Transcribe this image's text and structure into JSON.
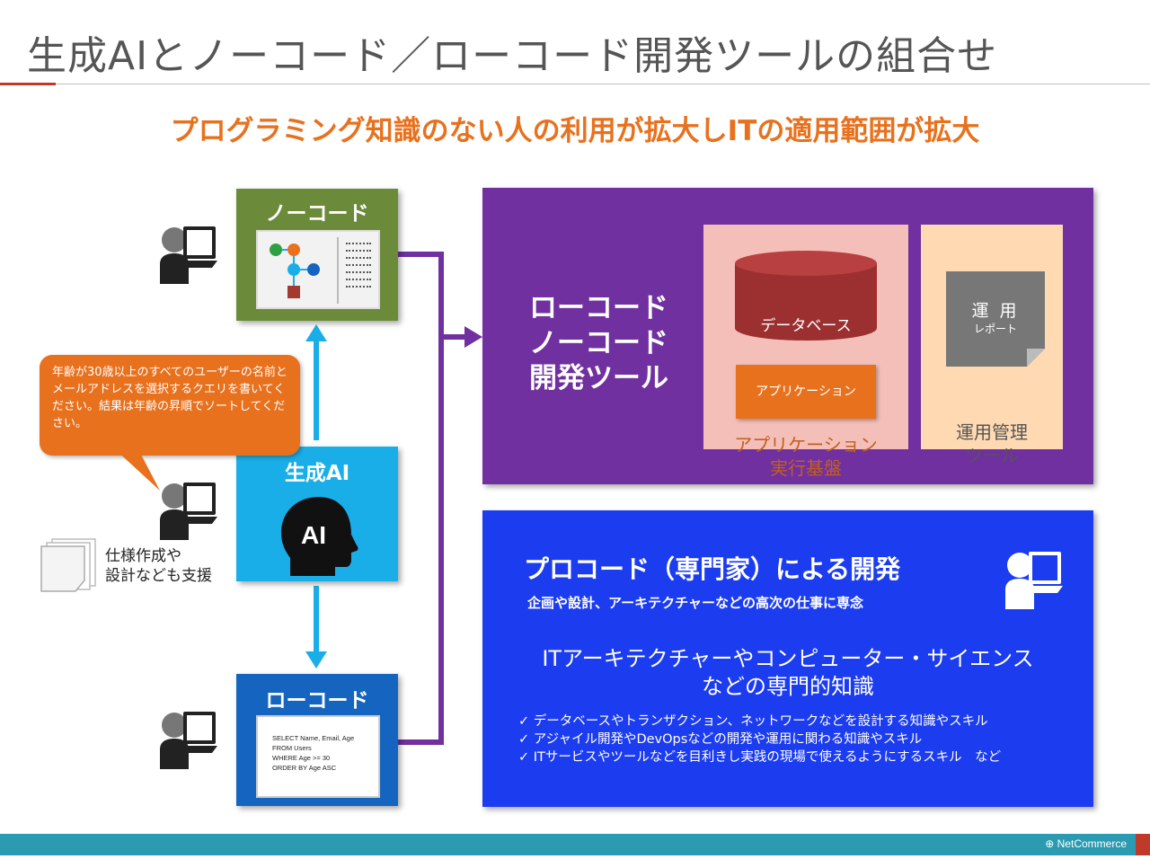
{
  "slide": {
    "title": "生成AIとノーコード／ローコード開発ツールの組合せ",
    "subtitle": "プログラミング知識のない人の利用が拡大しITの適用範囲が拡大"
  },
  "nocode": {
    "title": "ノーコード"
  },
  "genai": {
    "title": "生成AI",
    "badge": "AI"
  },
  "lowcode": {
    "title": "ローコード",
    "sql": [
      "SELECT Name, Email, Age",
      "FROM Users",
      "WHERE Age >= 30",
      "ORDER BY Age ASC"
    ]
  },
  "bubble": {
    "text": "年齢が30歳以上のすべてのユーザーの名前とメールアドレスを選択するクエリを書いてください。結果は年齢の昇順でソートしてください。"
  },
  "support": {
    "line1": "仕様作成や",
    "line2": "設計なども支援"
  },
  "platform": {
    "title_lines": [
      "ローコード",
      "ノーコード",
      "開発ツール"
    ],
    "database": "データベース",
    "application": "アプリケーション",
    "runtime_line1": "アプリケーション",
    "runtime_line2": "実行基盤",
    "report_title": "運 用",
    "report_sub": "レポート",
    "ops_line1": "運用管理",
    "ops_line2": "ツール"
  },
  "procode": {
    "title": "プロコード（専門家）による開発",
    "subtitle": "企画や設計、アーキテクチャーなどの高次の仕事に専念",
    "knowledge_line1": "ITアーキテクチャーやコンピューター・サイエンス",
    "knowledge_line2": "などの専門的知識",
    "skills": [
      "データベースやトランザクション、ネットワークなどを設計する知識やスキル",
      "アジャイル開発やDevOpsなどの開発や運用に関わる知識やスキル",
      "ITサービスやツールなどを目利きし実践の現場で使えるようにするスキル　など"
    ]
  },
  "footer": {
    "logo": "NetCommerce"
  },
  "colors": {
    "title_accent": "#e8711e",
    "nocode": "#6b8a3a",
    "genai": "#1aaee8",
    "lowcode": "#1565c0",
    "platform": "#7030a0",
    "procode": "#1c3cf0",
    "footer": "#2a9bb0"
  }
}
